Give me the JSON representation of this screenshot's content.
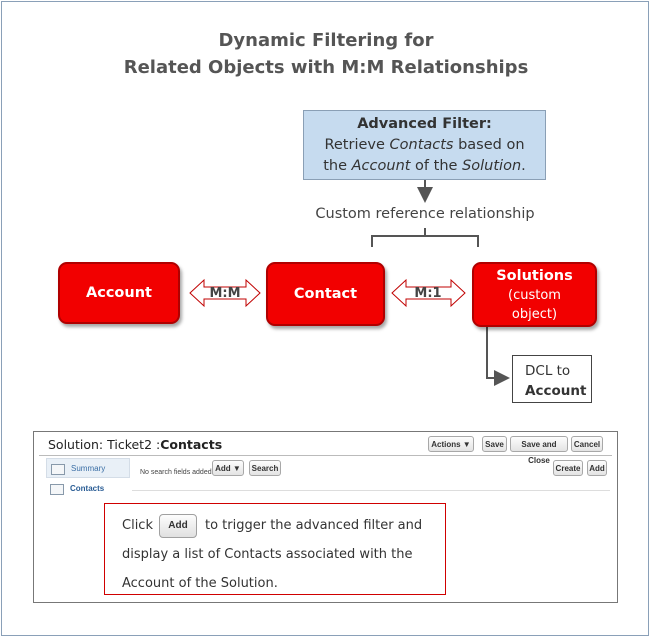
{
  "title": {
    "line1": "Dynamic Filtering for",
    "line2": "Related Objects with M:M Relationships"
  },
  "advanced_filter": {
    "heading": "Advanced Filter:",
    "line1_pre": "Retrieve ",
    "line1_em": "Contacts",
    "line1_post": " based on",
    "line2_pre": "the ",
    "line2_em1": "Account",
    "line2_mid": " of the ",
    "line2_em2": "Solution",
    "line2_post": "."
  },
  "relationship_label": "Custom reference relationship",
  "nodes": {
    "account": "Account",
    "contact": "Contact",
    "solutions": "Solutions",
    "solutions_sub1": "(custom",
    "solutions_sub2": "object)"
  },
  "edges": {
    "account_contact": "M:M",
    "contact_solutions": "M:1"
  },
  "dcl": {
    "line1": "DCL to",
    "line2": "Account"
  },
  "screenshot": {
    "title_prefix": "Solution: Ticket2 :",
    "title_bold": "Contacts",
    "buttons": {
      "actions": "Actions ▼",
      "save": "Save",
      "save_close": "Save and Close",
      "cancel": "Cancel",
      "add_dropdown": "Add ▼",
      "search": "Search",
      "create": "Create",
      "add": "Add"
    },
    "nav": {
      "summary": "Summary",
      "contacts": "Contacts"
    },
    "no_search": "No search fields added."
  },
  "callout": {
    "click": "Click",
    "button": "Add",
    "line1_rest": "to trigger the advanced filter and",
    "line2": "display a list of Contacts associated with the",
    "line3": "Account  of the Solution."
  }
}
